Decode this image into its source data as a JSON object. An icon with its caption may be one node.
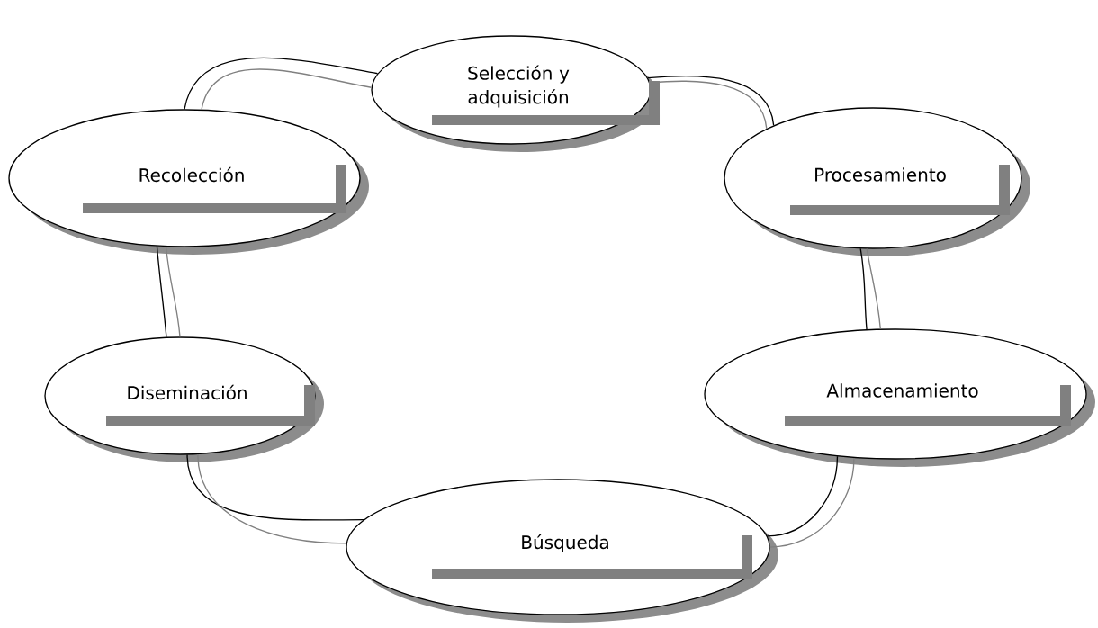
{
  "diagram": {
    "nodes": [
      {
        "text": [
          "Selección y adquisición"
        ]
      },
      {
        "text": [
          "Recolección"
        ]
      },
      {
        "text": [
          "Procesamiento"
        ]
      },
      {
        "text": [
          "Diseminación"
        ]
      },
      {
        "text": [
          "Almacenamiento"
        ]
      },
      {
        "text": [
          "Búsqueda"
        ]
      }
    ],
    "edges": [
      {
        "from": 1,
        "to": 0,
        "arrow": "none"
      },
      {
        "from": 0,
        "to": 2,
        "arrow": "none"
      },
      {
        "from": 2,
        "to": 4,
        "arrow": "none"
      },
      {
        "from": 4,
        "to": 5,
        "arrow": "none"
      },
      {
        "from": 5,
        "to": 3,
        "arrow": "none"
      },
      {
        "from": 3,
        "to": 1,
        "arrow": "none"
      },
      {
        "from": 1,
        "to": 0,
        "arrow": "none",
        "color": "#808080"
      },
      {
        "from": 0,
        "to": 2,
        "arrow": "none",
        "color": "#808080"
      },
      {
        "from": 2,
        "to": 4,
        "arrow": "none",
        "color": "#808080"
      },
      {
        "from": 4,
        "to": 5,
        "arrow": "none",
        "color": "#808080"
      },
      {
        "from": 5,
        "to": 3,
        "arrow": "none",
        "color": "#808080"
      },
      {
        "from": 3,
        "to": 1,
        "arrow": "none",
        "color": "#808080"
      }
    ]
  }
}
